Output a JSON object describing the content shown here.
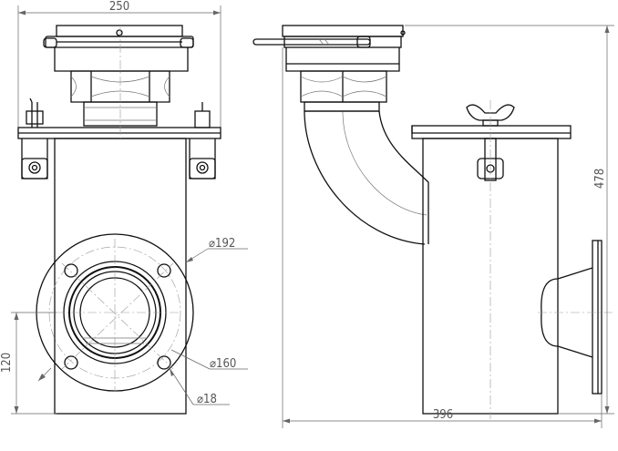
{
  "drawing": {
    "dimensions": {
      "overall_width": "250",
      "overall_height": "478",
      "overall_length": "396",
      "outlet_height": "120",
      "flange_outer_diameter": "⌀192",
      "bolt_circle_diameter": "⌀160",
      "bolt_hole_diameter": "⌀18"
    }
  }
}
